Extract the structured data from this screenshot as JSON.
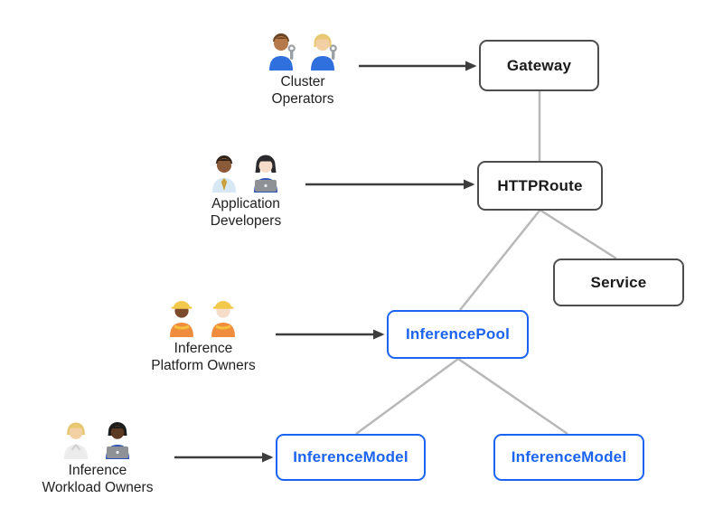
{
  "diagram": {
    "name": "gateway-api-inference-extension-architecture",
    "background": "#ffffff",
    "actors": [
      {
        "id": "cluster-operators",
        "label_lines": [
          "Cluster",
          "Operators"
        ],
        "icons": [
          "man-mechanic-emoji",
          "woman-mechanic-emoji"
        ]
      },
      {
        "id": "application-developers",
        "label_lines": [
          "Application",
          "Developers"
        ],
        "icons": [
          "man-office-worker-emoji",
          "woman-technologist-emoji"
        ]
      },
      {
        "id": "inference-platform-owners",
        "label_lines": [
          "Inference",
          "Platform Owners"
        ],
        "icons": [
          "woman-construction-worker-emoji",
          "man-construction-worker-emoji"
        ]
      },
      {
        "id": "inference-workload-owners",
        "label_lines": [
          "Inference",
          "Workload Owners"
        ],
        "icons": [
          "health-worker-emoji",
          "dark-skin-technologist-emoji"
        ]
      }
    ],
    "nodes": [
      {
        "id": "gateway",
        "label": "Gateway",
        "style": "dark"
      },
      {
        "id": "httproute",
        "label": "HTTPRoute",
        "style": "dark"
      },
      {
        "id": "service",
        "label": "Service",
        "style": "dark"
      },
      {
        "id": "inferencepool",
        "label": "InferencePool",
        "style": "blue"
      },
      {
        "id": "inferencemodel-left",
        "label": "InferenceModel",
        "style": "blue"
      },
      {
        "id": "inferencemodel-right",
        "label": "InferenceModel",
        "style": "blue"
      }
    ],
    "edges": [
      {
        "from": "gateway",
        "to": "httproute",
        "type": "gray-line"
      },
      {
        "from": "httproute",
        "to": "service",
        "type": "gray-line"
      },
      {
        "from": "httproute",
        "to": "inferencepool",
        "type": "gray-line"
      },
      {
        "from": "inferencepool",
        "to": "inferencemodel-left",
        "type": "gray-line"
      },
      {
        "from": "inferencepool",
        "to": "inferencemodel-right",
        "type": "gray-line"
      },
      {
        "from": "cluster-operators",
        "to": "gateway",
        "type": "black-arrow"
      },
      {
        "from": "application-developers",
        "to": "httproute",
        "type": "black-arrow"
      },
      {
        "from": "inference-platform-owners",
        "to": "inferencepool",
        "type": "black-arrow"
      },
      {
        "from": "inference-workload-owners",
        "to": "inferencemodel-left",
        "type": "black-arrow"
      }
    ],
    "colors": {
      "node_border_dark": "#4d4d4d",
      "node_text_dark": "#1a1a1a",
      "node_border_blue": "#1b64f2",
      "node_text_blue": "#1b64f2",
      "connector_gray": "#b8b8b8",
      "arrow_black": "#3d3d3d"
    }
  }
}
